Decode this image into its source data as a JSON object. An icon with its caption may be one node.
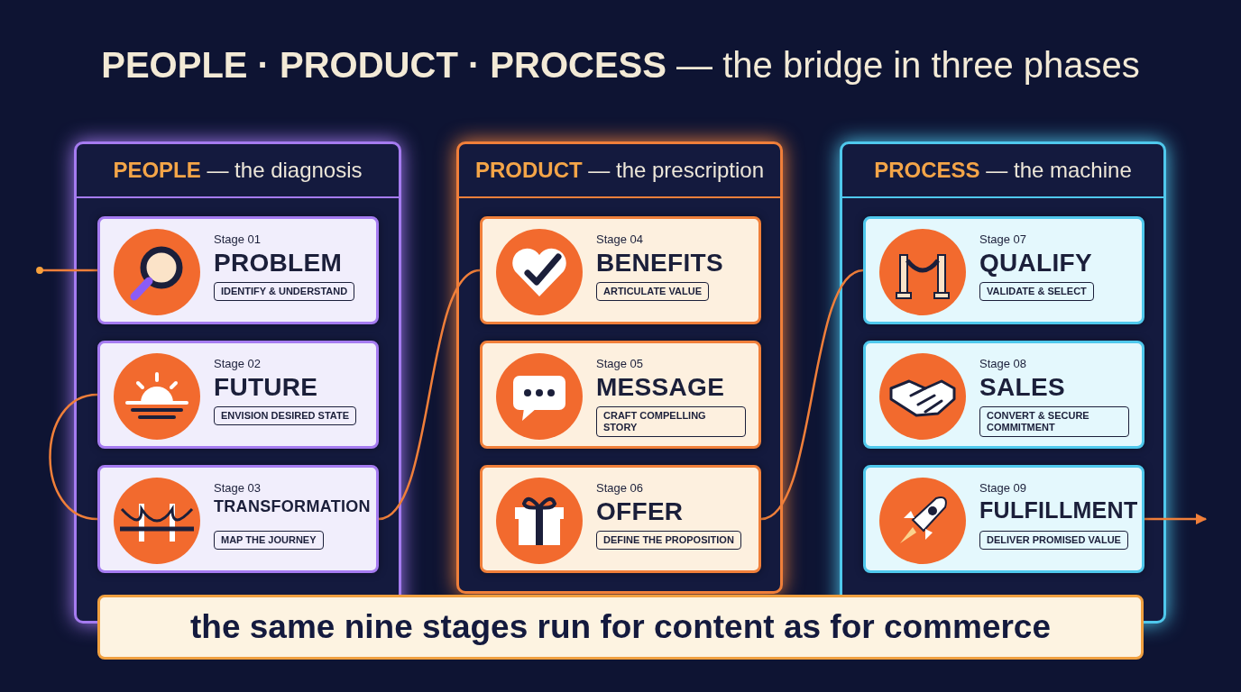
{
  "diagram": {
    "title": "**PEOPLE · PRODUCT · PROCESS** — the bridge in three phases",
    "nodes": [
      {
        "text": [
          "**PEOPLE** — the diagnosis"
        ]
      },
      {
        "text": [
          "Stage 01",
          "PROBLEM",
          "IDENTIFY & UNDERSTAND"
        ],
        "in": 0
      },
      {
        "text": [
          "Stage 02",
          "FUTURE",
          "ENVISION DESIRED STATE"
        ],
        "in": 0
      },
      {
        "text": [
          "Stage 03",
          "TRANSFORMATION",
          "MAP THE JOURNEY"
        ],
        "in": 0
      },
      {
        "text": [
          "**PRODUCT** — the prescription"
        ]
      },
      {
        "text": [
          "Stage 04",
          "BENEFITS",
          "ARTICULATE VALUE"
        ],
        "in": 4
      },
      {
        "text": [
          "Stage 05",
          "MESSAGE",
          "CRAFT COMPELLING STORY"
        ],
        "in": 4
      },
      {
        "text": [
          "Stage 06",
          "OFFER",
          "DEFINE THE PROPOSITION"
        ],
        "in": 4
      },
      {
        "text": [
          "**PROCESS** — the machine"
        ]
      },
      {
        "text": [
          "Stage 07",
          "QUALIFY",
          "VALIDATE & SELECT"
        ],
        "in": 8
      },
      {
        "text": [
          "Stage 08",
          "SALES",
          "CONVERT & SECURE COMMITMENT"
        ],
        "in": 8
      },
      {
        "text": [
          "Stage 09",
          "FULFILLMENT",
          "DELIVER PROMISED VALUE"
        ],
        "in": 8
      },
      {
        "text": [
          "the same nine stages run for content as for commerce"
        ]
      }
    ],
    "edges": [
      {
        "from": null,
        "to": 1,
        "arrow": "other"
      },
      {
        "from": 2,
        "to": 3,
        "arrow": "none"
      },
      {
        "from": 3,
        "to": 5,
        "arrow": "none"
      },
      {
        "from": 7,
        "to": 9,
        "arrow": "none"
      },
      {
        "from": 11,
        "to": null,
        "arrow": "to"
      }
    ]
  }
}
